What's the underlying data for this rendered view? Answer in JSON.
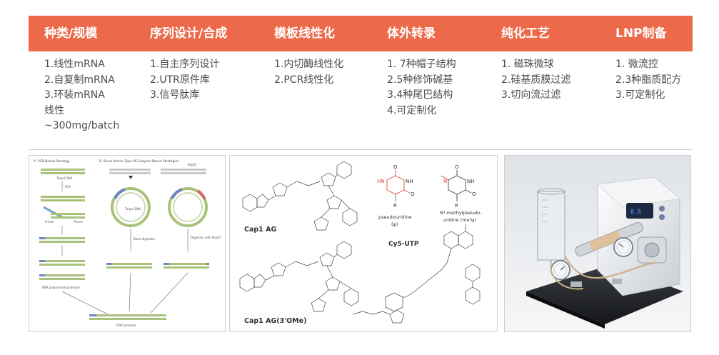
{
  "header": {
    "columns": [
      "种类/规模",
      "序列设计/合成",
      "模板线性化",
      "体外转录",
      "纯化工艺",
      "LNP制备"
    ]
  },
  "body": {
    "columns": [
      [
        "1.线性mRNA",
        "2.自复制mRNA",
        "3.环装mRNA",
        "线性",
        "~300mg/batch"
      ],
      [
        "1.自主序列设计",
        "2.UTR原件库",
        "3.信号肽库"
      ],
      [
        "1.内切酶线性化",
        "2.PCR线性化"
      ],
      [
        "1. 7种帽子结构",
        "2.5种修饰碱基",
        "3.4种尾巴结构",
        "4.可定制化"
      ],
      [
        "1. 磁珠微球",
        "2.硅基质膜过滤",
        "3.切向流过滤"
      ],
      [
        "1. 微流控",
        "2.3种脂质配方",
        "3.可定制化"
      ]
    ]
  },
  "figure1": {
    "title_a": "A. PCR-Based Strategy",
    "title_b": "B. Blunt Versus Type IIS Enzyme-Based Strategies",
    "target_dna": "Target DNA",
    "pcr": "PCR",
    "primer1": "Primer",
    "primer2": "Primer",
    "target_plasmid": "Target DNA",
    "bspqi": "BspQI",
    "blunt_digestion": "Blunt digestion",
    "digestion_bspqi": "Digestion with BspQI",
    "rna_promoter": "RNA polymerase promoter",
    "dna_template": "DNA template"
  },
  "figure2": {
    "cap1ag": "Cap1 AG",
    "cap1ag_ome": "Cap1 AG(3'OMe)",
    "pseudouridine": "pseudouridine",
    "psi": "(ψ)",
    "n1_methyl": "N¹-methylpseudo-",
    "n1_methyl2": "uridine (me¹ψ)",
    "cy5": "Cy5-UTP",
    "nh": "NH",
    "hn": "HN",
    "n": "N",
    "o": "O",
    "r": "R"
  },
  "colors": {
    "header_bg": "#ec6a4a",
    "header_text": "#ffffff",
    "body_text": "#4d4d4d",
    "chem_red": "#e0443c"
  }
}
